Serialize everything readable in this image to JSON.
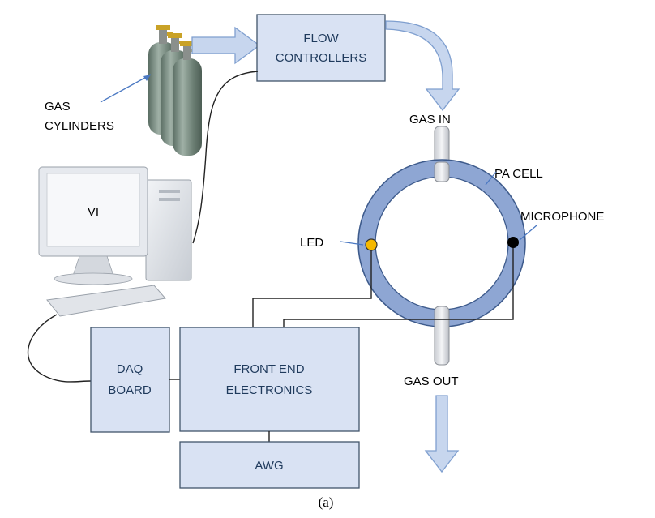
{
  "labels": {
    "flow_controllers": [
      "FLOW",
      "CONTROLLERS"
    ],
    "gas_cylinders": [
      "GAS",
      "CYLINDERS"
    ],
    "gas_in": "GAS IN",
    "pa_cell": "PA CELL",
    "microphone": "MICROPHONE",
    "led": "LED",
    "vi": "VI",
    "daq_board": [
      "DAQ",
      "BOARD"
    ],
    "front_end": [
      "FRONT END",
      "ELECTRONICS"
    ],
    "awg": "AWG",
    "gas_out": "GAS OUT",
    "caption": "(a)"
  },
  "colors": {
    "box_fill": "#d9e2f3",
    "box_stroke": "#41546b",
    "ring_fill": "#8ea6d3",
    "arrow_fill": "#c7d6ee",
    "cylinder": "#6f8378",
    "led": "#f5b800",
    "microphone": "#000000"
  }
}
